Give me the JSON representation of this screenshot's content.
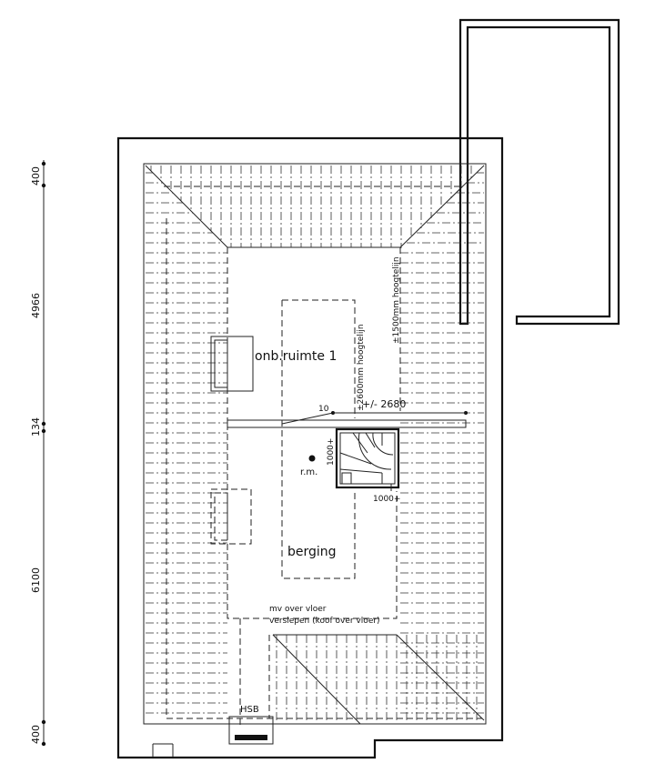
{
  "rooms": {
    "room1": "onb.ruimte 1",
    "storage": "berging",
    "vent": "r.m."
  },
  "notes": {
    "ceiling_2600": "±2600mm hoogtelijn",
    "ceiling_1500": "±1500mm hoogtelijn",
    "level": "+/- 2680",
    "step_10": "10",
    "stair_width_v": "1000+",
    "stair_width_h": "1000+",
    "floor_note_1": "mv over vloer",
    "floor_note_2": "verslepen (koof over vloer)",
    "hsb": "HSB"
  },
  "dimensions": [
    "400",
    "4966",
    "134",
    "6100",
    "400"
  ]
}
